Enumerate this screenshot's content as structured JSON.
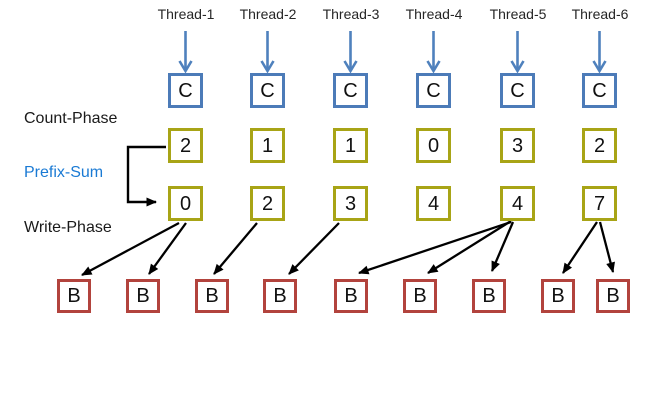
{
  "diagram": {
    "description": "Count-phase / prefix-sum / write-phase parallel threading diagram",
    "threads": [
      {
        "label": "Thread-1",
        "counter": "C",
        "count": "2",
        "prefix": "0",
        "write_targets": [
          1,
          2
        ]
      },
      {
        "label": "Thread-2",
        "counter": "C",
        "count": "1",
        "prefix": "2",
        "write_targets": [
          3
        ]
      },
      {
        "label": "Thread-3",
        "counter": "C",
        "count": "1",
        "prefix": "3",
        "write_targets": [
          4
        ]
      },
      {
        "label": "Thread-4",
        "counter": "C",
        "count": "0",
        "prefix": "4",
        "write_targets": []
      },
      {
        "label": "Thread-5",
        "counter": "C",
        "count": "3",
        "prefix": "4",
        "write_targets": [
          5,
          6,
          7
        ]
      },
      {
        "label": "Thread-6",
        "counter": "C",
        "count": "2",
        "prefix": "7",
        "write_targets": [
          8,
          9
        ]
      }
    ],
    "phases": {
      "count_label": "Count-Phase",
      "prefix_label": "Prefix-Sum",
      "write_label": "Write-Phase"
    },
    "write_boxes": [
      "B",
      "B",
      "B",
      "B",
      "B",
      "B",
      "B",
      "B",
      "B"
    ],
    "colors": {
      "counter_box_border": "#4c7bb8",
      "input_arrow": "#4f81bd",
      "count_box_border": "#a8a416",
      "write_box_border": "#b2433d",
      "prefix_label_text": "#1a7ad4",
      "write_arrow": "#000000"
    }
  }
}
